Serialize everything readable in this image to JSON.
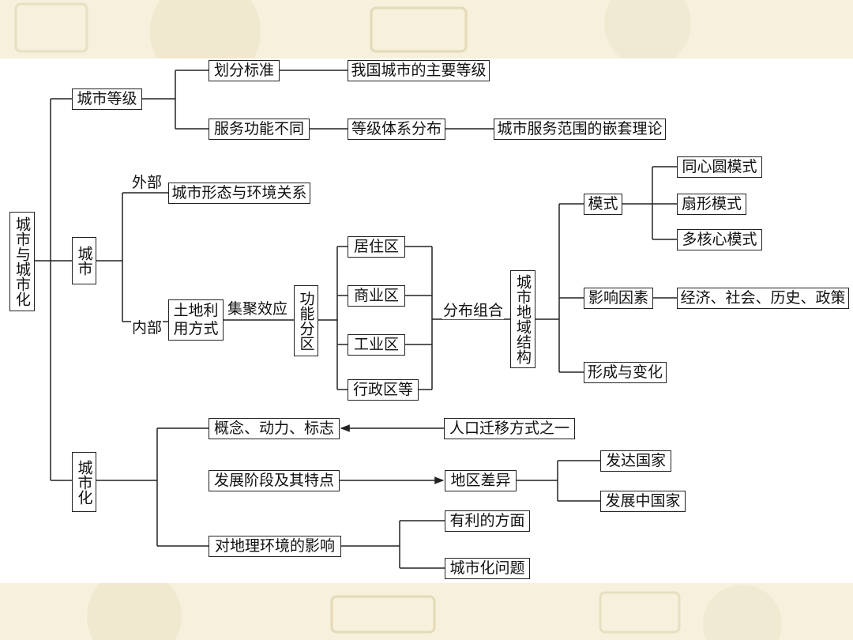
{
  "root": "城市与城市化",
  "level1": {
    "grade": "城市等级",
    "city": "城市",
    "urbanization": "城市化"
  },
  "grade": {
    "criteria": "划分标准",
    "main_levels": "我国城市的主要等级",
    "service_diff": "服务功能不同",
    "distribution": "等级体系分布",
    "nesting_theory": "城市服务范围的嵌套理论"
  },
  "city": {
    "external": "外部",
    "form_env": "城市形态与环境关系",
    "internal": "内部",
    "land_use": "土地利用方式",
    "agglomeration": "集聚效应",
    "functional_zones": "功能分区",
    "zones": [
      "居住区",
      "商业区",
      "工业区",
      "行政区等"
    ],
    "combination": "分布组合",
    "spatial_structure": "城市地域结构",
    "model": "模式",
    "models": [
      "同心圆模式",
      "扇形模式",
      "多核心模式"
    ],
    "factors": "影响因素",
    "factor_list": "经济、社会、历史、政策",
    "formation": "形成与变化"
  },
  "urban": {
    "concept": "概念、动力、标志",
    "migration": "人口迁移方式之一",
    "stages": "发展阶段及其特点",
    "regional_diff": "地区差异",
    "developed": "发达国家",
    "developing": "发展中国家",
    "impact": "对地理环境的影响",
    "benefits": "有利的方面",
    "problems": "城市化问题"
  }
}
